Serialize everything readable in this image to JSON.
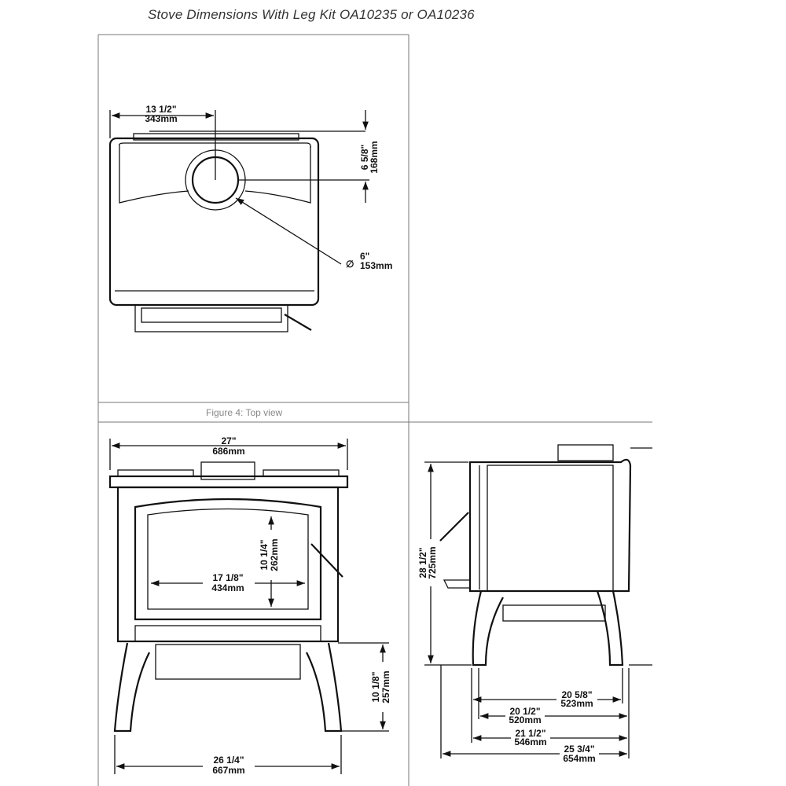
{
  "title": "Stove Dimensions With Leg Kit OA10235 or OA10236",
  "top_view": {
    "caption": "Figure 4: Top view",
    "width_to_flue": {
      "in": "13 1/2\"",
      "mm": "343mm"
    },
    "depth_to_flue": {
      "in": "6 5/8\"",
      "mm": "168mm"
    },
    "flue_diameter": {
      "symbol": "∅",
      "in": "6\"",
      "mm": "153mm"
    }
  },
  "front_view": {
    "top_width": {
      "in": "27\"",
      "mm": "686mm"
    },
    "glass_height": {
      "in": "10 1/4\"",
      "mm": "262mm"
    },
    "glass_width": {
      "in": "17 1/8\"",
      "mm": "434mm"
    },
    "leg_height": {
      "in": "10 1/8\"",
      "mm": "257mm"
    },
    "leg_width": {
      "in": "26 1/4\"",
      "mm": "667mm"
    }
  },
  "side_view": {
    "total_height": {
      "in": "28 1/2\"",
      "mm": "725mm"
    },
    "d1": {
      "in": "20 5/8\"",
      "mm": "523mm"
    },
    "d2": {
      "in": "20 1/2\"",
      "mm": "520mm"
    },
    "d3": {
      "in": "21 1/2\"",
      "mm": "546mm"
    },
    "d4": {
      "in": "25 3/4\"",
      "mm": "654mm"
    }
  }
}
